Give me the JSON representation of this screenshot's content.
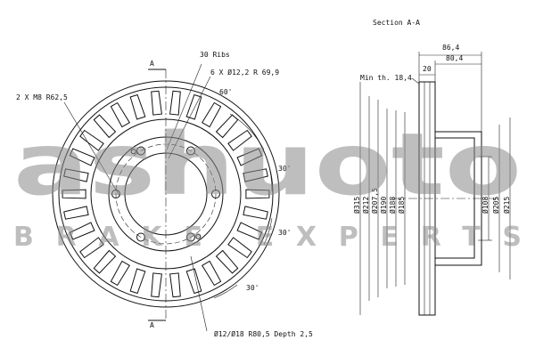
{
  "section_title": "Section A-A",
  "front_view": {
    "ribs_label": "30 Ribs",
    "bolt_holes_label": "6 X Ø12,2   R 69,9",
    "threaded_label": "2 X M8   R62,5",
    "bottom_hole_label": "Ø12/Ø18   R80,5 Depth 2,5",
    "angle_60": "60'",
    "angle_30_right_upper": "30'",
    "angle_30_right_lower": "30'",
    "angle_30_bottom": "30'",
    "section_mark_top": "A",
    "section_mark_bottom": "A"
  },
  "section_view": {
    "min_thickness_label": "Min th. 18,4",
    "width_86": "86,4",
    "width_80": "80,4",
    "width_20": "20",
    "diameters": [
      "Ø315",
      "Ø212",
      "Ø207,5",
      "Ø190",
      "Ø188",
      "Ø185",
      "Ø108",
      "Ø205",
      "Ø215"
    ]
  },
  "watermark": {
    "brand": "ashuoto",
    "tagline": "BRAKE EXPERTS"
  },
  "colors": {
    "line": "#111111",
    "watermark": "#8a8a8a"
  }
}
